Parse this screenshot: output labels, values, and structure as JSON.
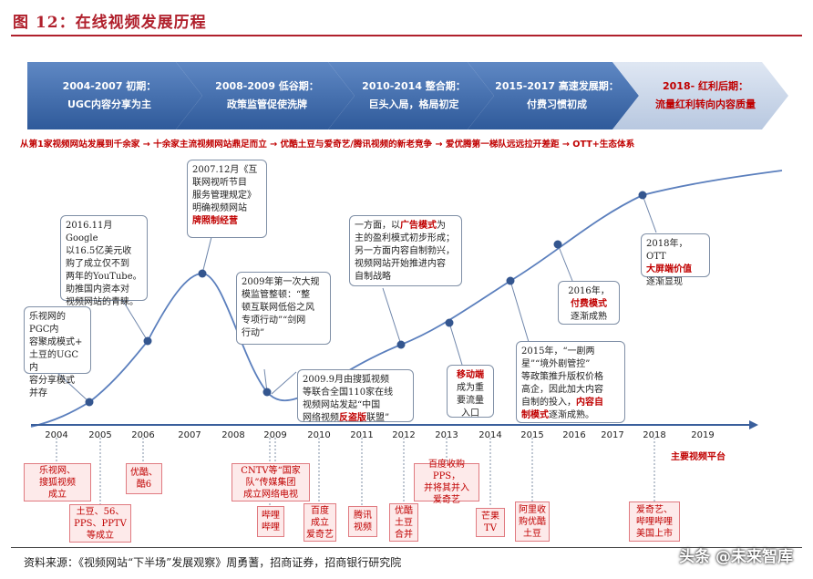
{
  "title": "图 12：在线视频发展历程",
  "phases": [
    {
      "line1": "2004-2007 初期：",
      "line2": "UGC内容分享为主"
    },
    {
      "line1": "2008-2009 低谷期：",
      "line2": "政策监管促使洗牌"
    },
    {
      "line1": "2010-2014 整合期：",
      "line2": "巨头入局，格局初定"
    },
    {
      "line1": "2015-2017 高速发展期：",
      "line2": "付费习惯初成"
    },
    {
      "line1": "2018- 红利后期：",
      "line2": "流量红利转向内容质量"
    }
  ],
  "ribbon": "从第1家视频网站发展到千余家 → 十余家主流视频网站鼎足而立 → 优酷土豆与爱奇艺/腾讯视频的新老竞争 → 爱优腾第一梯队远远拉开差距 → OTT+生态体系",
  "years": [
    "2004",
    "2005",
    "2006",
    "2007",
    "2008",
    "2009",
    "2010",
    "2011",
    "2012",
    "2013",
    "2014",
    "2015",
    "2016",
    "2017",
    "2018",
    "2019"
  ],
  "annotations": {
    "a1": [
      "乐视网的PGC内",
      "容聚成模式+",
      "土豆的UGC内",
      "容分享模式",
      "并存"
    ],
    "a2": [
      "2016.11月Google",
      "以16.5亿美元收",
      "购了成立仅不到",
      "两年的YouTube。",
      "助推国内资本对",
      "视频网站的青睐。"
    ],
    "a3": [
      "2007.12月《互",
      "联网视听节目",
      "服务管理规定》",
      "明确视频网站"
    ],
    "a3_red": "牌照制经营",
    "a4": [
      "2009年第一次大规",
      "模监管整顿：“整",
      "顿互联网低俗之风",
      "专项行动”“剑网",
      "行动”"
    ],
    "a5": [
      "2009.9月由搜狐视频",
      "等联合全国110家在线",
      "视频网站发起“中国",
      "网络视频"
    ],
    "a5_red": "反盗版",
    "a5_tail": "联盟”",
    "a6_pre": "一方面，以",
    "a6_red": "广告模式",
    "a6_post": "为",
    "a6": [
      "主的盈利模式初步形成；",
      "另一方面内容自制勃兴，",
      "视频网站开始推进内容",
      "自制战略"
    ],
    "a7_red": "移动端",
    "a7": [
      "成为重",
      "要流量",
      "入口"
    ],
    "a8": [
      "2015年，“一剧两",
      "星”“境外剧管控”",
      "等政策推升版权价格",
      "高企，因此加大内容",
      "自制的投入，"
    ],
    "a8_red1": "内容自",
    "a8_red2": "制模式",
    "a8_tail": "逐渐成熟。",
    "a9_pre": "2016年，",
    "a9_red": "付费模式",
    "a9_post": "逐渐成熟",
    "a10_pre": "2018年，OTT",
    "a10_red": "大屏端价值",
    "a10_post": "逐渐显现"
  },
  "platforms_label": "主要视频平台",
  "platforms": [
    [
      "乐视网、",
      "搜狐视频",
      "成立"
    ],
    [
      "土豆、56、",
      "PPS、PPTV",
      "等成立"
    ],
    [
      "优酷、",
      "酷6"
    ],
    [
      "CNTV等“国家",
      "队”传媒集团",
      "成立网络电视"
    ],
    [
      "哔哩",
      "哔哩"
    ],
    [
      "百度",
      "成立",
      "爱奇艺"
    ],
    [
      "腾讯",
      "视频"
    ],
    [
      "优酷",
      "土豆",
      "合并"
    ],
    [
      "百度收购PPS，",
      "并将其并入",
      "爱奇艺"
    ],
    [
      "芒果",
      "TV"
    ],
    [
      "阿里收",
      "购优酷",
      "土豆"
    ],
    [
      "爱奇艺、",
      "哔哩哔哩",
      "美国上市"
    ]
  ],
  "source": "资料来源：《视频网站“下半场”发展观察》周勇蓍，招商证券，招商银行研究院",
  "watermark": "头条 @未来智库",
  "colors": {
    "accent": "#b0202c",
    "phase_dark": "#3a66a8",
    "phase_light": "#c3d1e6",
    "axis": "#3a5f9c",
    "highlight": "#c00000"
  }
}
